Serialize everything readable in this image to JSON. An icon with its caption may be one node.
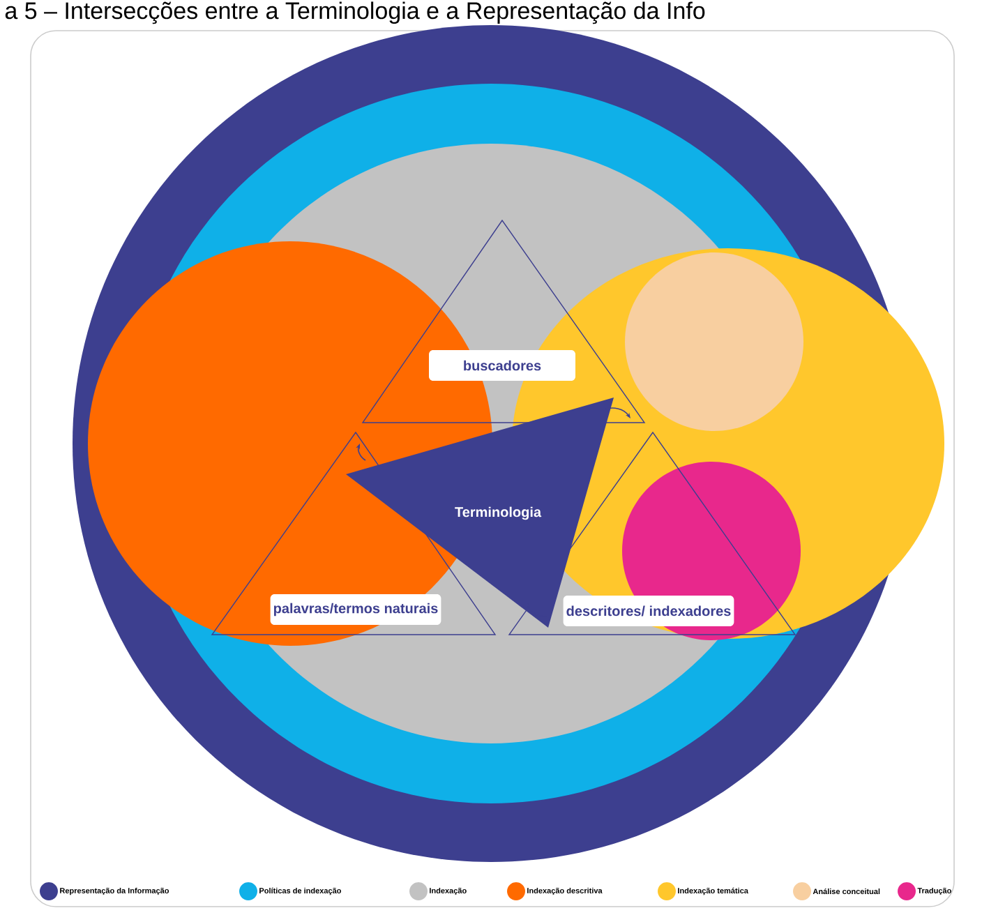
{
  "diagram": {
    "title": "a 5 – Intersecções entre a Terminologia e a Representação da Info",
    "nodes": [
      {
        "text": [
          "buscadores"
        ]
      },
      {
        "text": [
          "palavras/termos naturais"
        ]
      },
      {
        "text": [
          "descritores/ indexadores"
        ]
      },
      {
        "text": [
          "Terminologia"
        ]
      }
    ],
    "legend": [
      {
        "text": "Representação da Informação",
        "color": "#3d3f8f"
      },
      {
        "text": "Políticas de indexação",
        "color": "#0fb0e8"
      },
      {
        "text": "Indexação",
        "color": "#c2c2c2"
      },
      {
        "text": "Indexação descritiva",
        "color": "#ff6a00"
      },
      {
        "text": "Indexação temática",
        "color": "#ffc72c"
      },
      {
        "text": "Análise conceitual",
        "color": "#f8cfa0"
      },
      {
        "text": "Tradução",
        "color": "#e8288c"
      }
    ]
  }
}
